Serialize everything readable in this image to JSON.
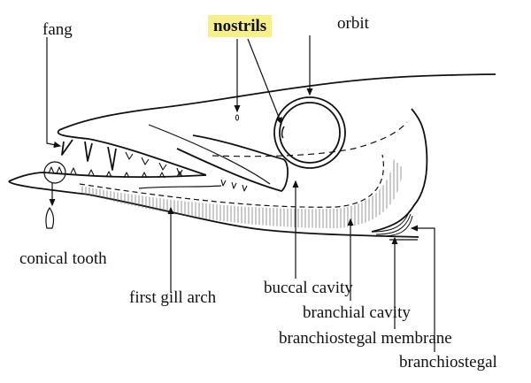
{
  "labels": {
    "fang": "fang",
    "nostrils": "nostrils",
    "orbit": "orbit",
    "conical_tooth": "conical tooth",
    "first_gill_arch": "first gill arch",
    "buccal_cavity": "buccal cavity",
    "branchial_cavity": "branchial cavity",
    "branchiostegal_membrane": "branchiostegal membrane",
    "branchiostegal": "branchiostegal"
  },
  "colors": {
    "highlight": "#f7f08a",
    "ink": "#111111"
  }
}
